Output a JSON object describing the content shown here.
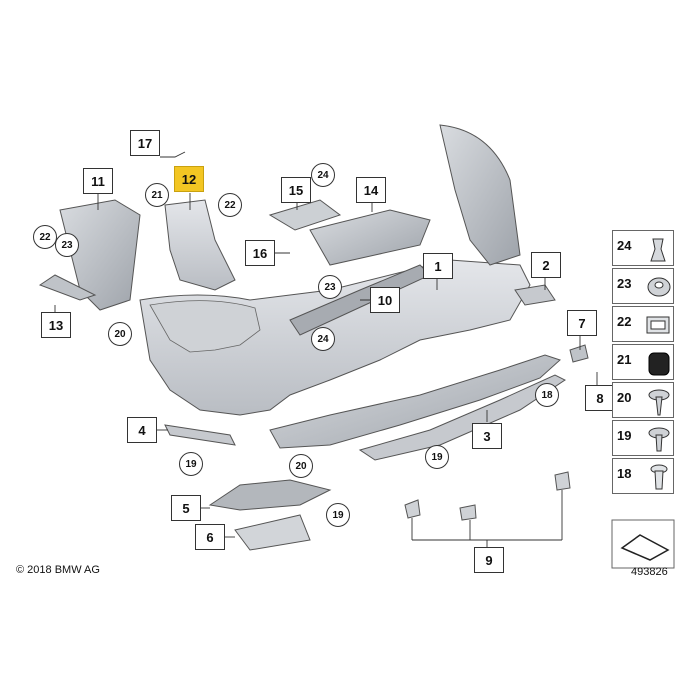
{
  "copyright": "© 2018 BMW AG",
  "diagram_id": "493826",
  "part_labels": [
    "1",
    "2",
    "3",
    "4",
    "5",
    "6",
    "7",
    "8",
    "9",
    "10",
    "11",
    "12",
    "13",
    "14",
    "15",
    "16",
    "17"
  ],
  "highlighted_part": "12",
  "fastener_callouts": [
    "21",
    "22",
    "23",
    "20",
    "22",
    "24",
    "23",
    "24",
    "18",
    "19",
    "19",
    "20",
    "19"
  ],
  "legend_items": [
    "24",
    "23",
    "22",
    "21",
    "20",
    "19",
    "18"
  ]
}
